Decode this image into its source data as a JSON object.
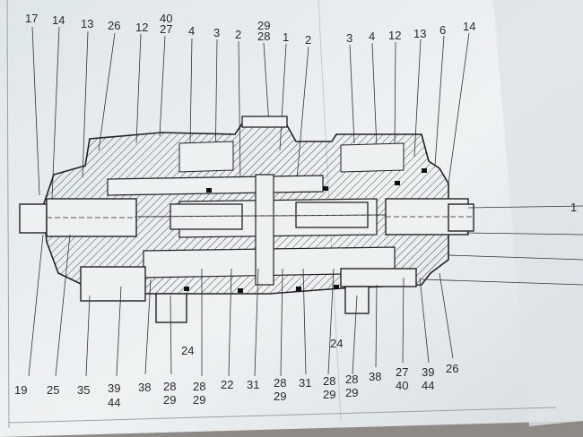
{
  "drawing": {
    "top_labels": [
      "17",
      "14",
      "13",
      "26",
      "12",
      "40",
      "27",
      "4",
      "3",
      "2",
      "29",
      "28",
      "1",
      "2",
      "3",
      "4",
      "12",
      "13",
      "6",
      "14"
    ],
    "bottom_labels": [
      "19",
      "25",
      "35",
      "39",
      "44",
      "38",
      "28",
      "29",
      "28",
      "29",
      "22",
      "31",
      "28",
      "29",
      "31",
      "28",
      "29",
      "28",
      "29",
      "38",
      "27",
      "40",
      "39",
      "44",
      "26"
    ],
    "inner_labels": [
      "24",
      "24"
    ],
    "right_edge_labels": [
      "1"
    ],
    "colors": {
      "paper": "#e9eef0",
      "paper_shadow": "#c9cfd3",
      "ink": "#2b2b2b",
      "background": "#8f8a86"
    }
  }
}
